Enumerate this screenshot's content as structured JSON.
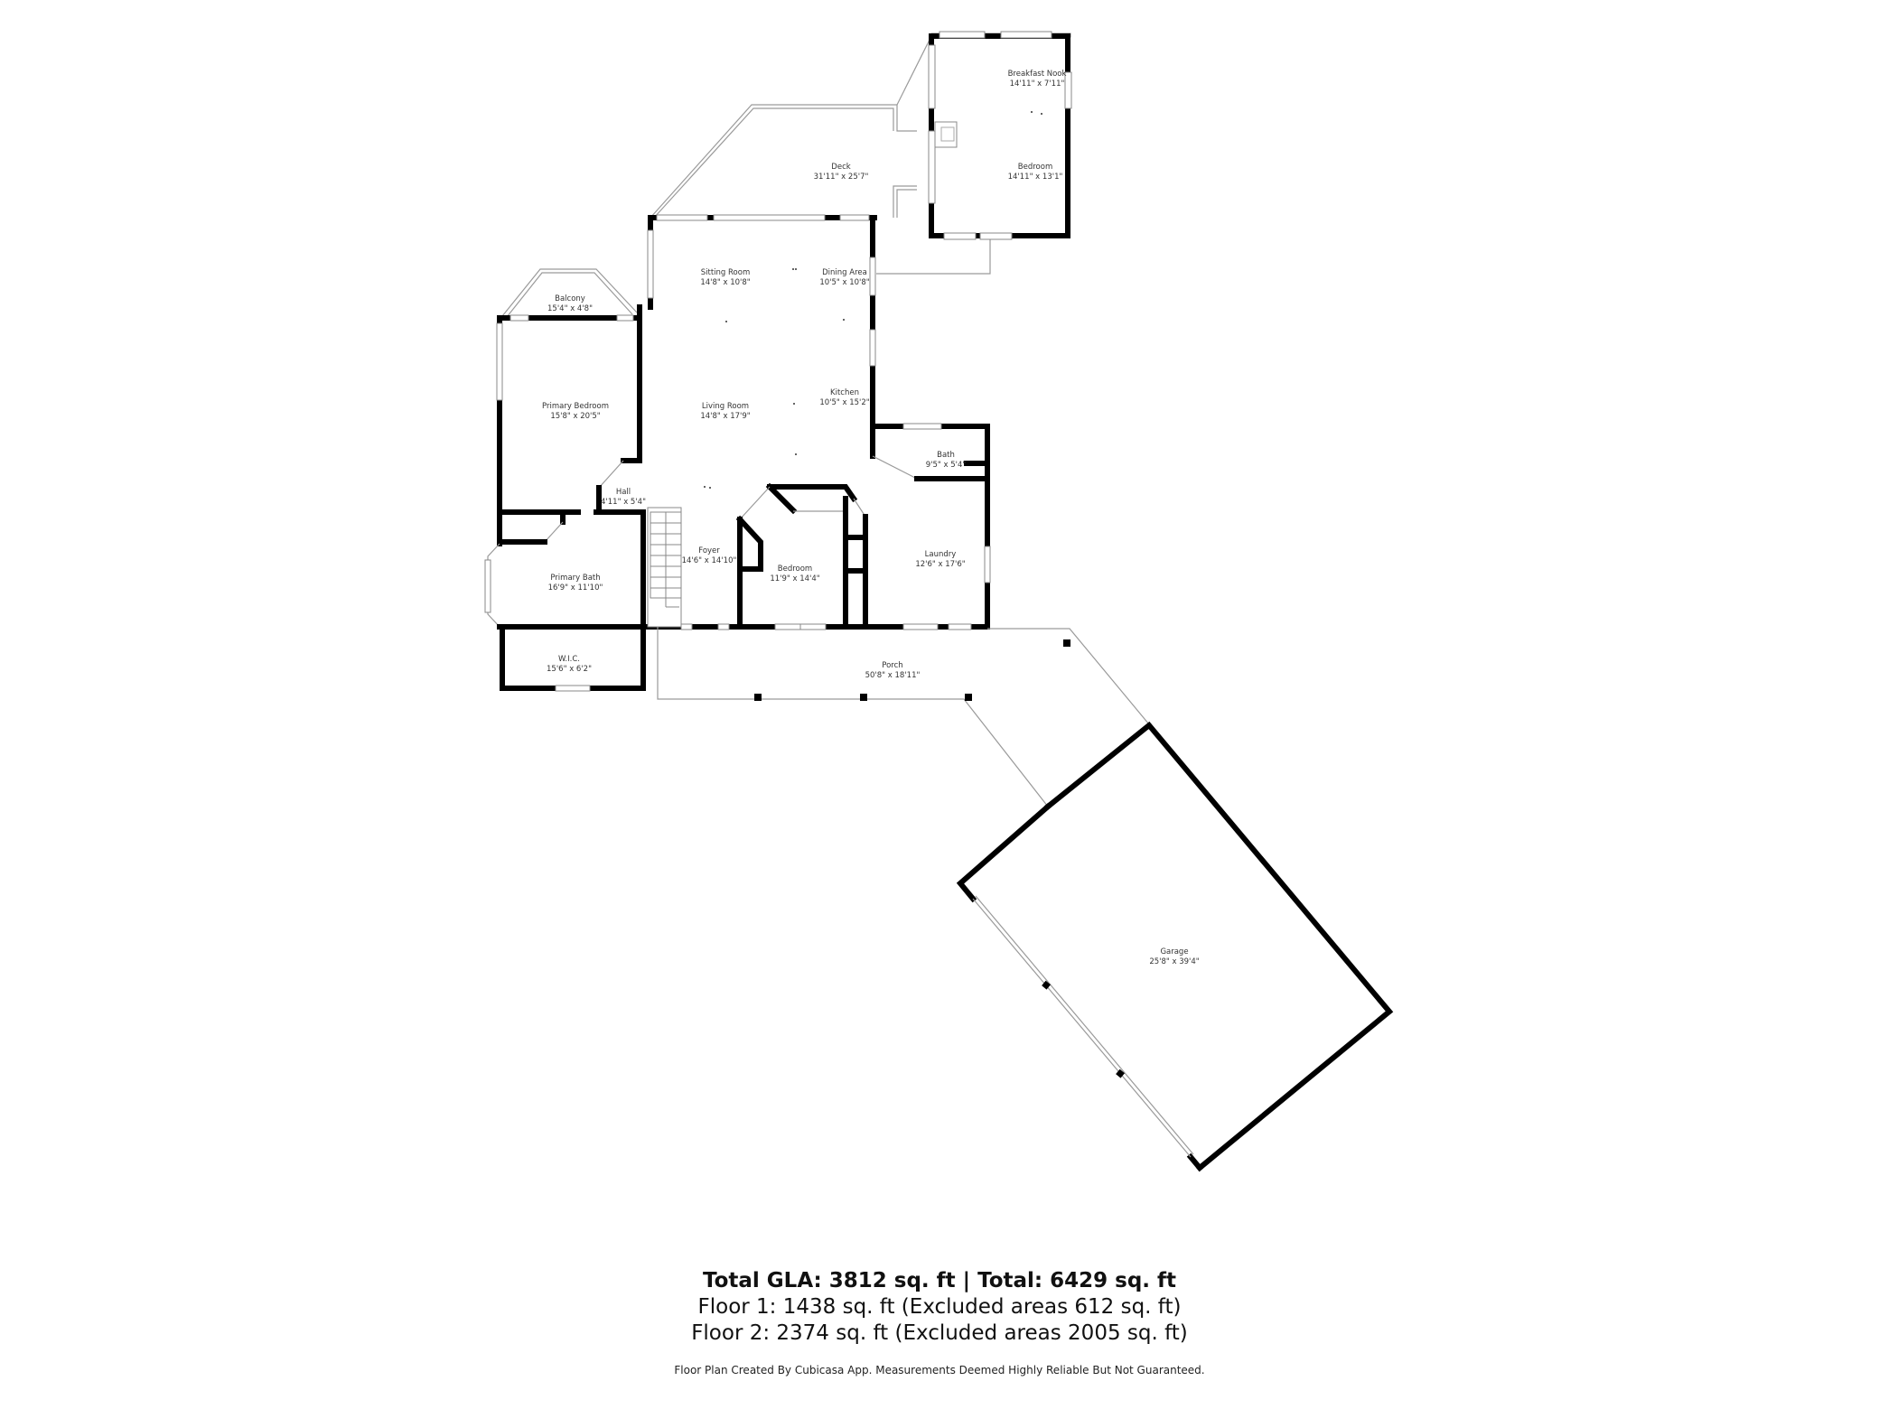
{
  "rooms": [
    {
      "id": "breakfast_nook",
      "name": "Breakfast Nook",
      "dims": "14'11\" x 7'11\""
    },
    {
      "id": "bedroom_upper",
      "name": "Bedroom",
      "dims": "14'11\" x 13'1\""
    },
    {
      "id": "deck",
      "name": "Deck",
      "dims": "31'11\" x 25'7\""
    },
    {
      "id": "sitting_room",
      "name": "Sitting Room",
      "dims": "14'8\" x 10'8\""
    },
    {
      "id": "dining_area",
      "name": "Dining Area",
      "dims": "10'5\" x 10'8\""
    },
    {
      "id": "balcony",
      "name": "Balcony",
      "dims": "15'4\" x 4'8\""
    },
    {
      "id": "primary_bedroom",
      "name": "Primary Bedroom",
      "dims": "15'8\" x 20'5\""
    },
    {
      "id": "living_room",
      "name": "Living Room",
      "dims": "14'8\" x 17'9\""
    },
    {
      "id": "kitchen",
      "name": "Kitchen",
      "dims": "10'5\" x 15'2\""
    },
    {
      "id": "bath",
      "name": "Bath",
      "dims": "9'5\" x 5'4\""
    },
    {
      "id": "hall",
      "name": "Hall",
      "dims": "4'11\" x 5'4\""
    },
    {
      "id": "foyer",
      "name": "Foyer",
      "dims": "14'6\" x 14'10\""
    },
    {
      "id": "bedroom_lower",
      "name": "Bedroom",
      "dims": "11'9\" x 14'4\""
    },
    {
      "id": "laundry",
      "name": "Laundry",
      "dims": "12'6\" x 17'6\""
    },
    {
      "id": "primary_bath",
      "name": "Primary Bath",
      "dims": "16'9\" x 11'10\""
    },
    {
      "id": "wic",
      "name": "W.I.C.",
      "dims": "15'6\" x 6'2\""
    },
    {
      "id": "porch",
      "name": "Porch",
      "dims": "50'8\" x 18'11\""
    },
    {
      "id": "garage",
      "name": "Garage",
      "dims": "25'8\" x 39'4\""
    }
  ],
  "summary": {
    "total_line": "Total GLA: 3812 sq. ft | Total: 6429 sq. ft",
    "floor1_line": "Floor 1: 1438 sq. ft (Excluded areas 612 sq. ft)",
    "floor2_line": "Floor 2: 2374 sq. ft (Excluded areas 2005 sq. ft)",
    "disclaimer": "Floor Plan Created By Cubicasa App. Measurements Deemed Highly Reliable But Not Guaranteed."
  },
  "colors": {
    "wall": "#000000",
    "background": "#ffffff",
    "thin_line": "#9a9a9a"
  }
}
